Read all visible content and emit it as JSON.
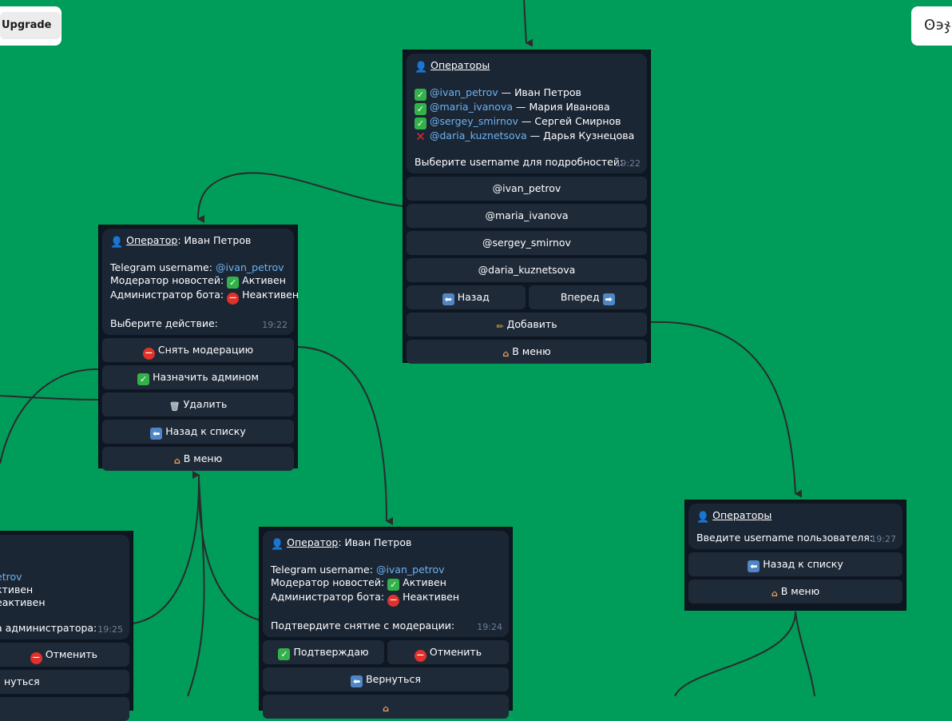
{
  "toolbar": {
    "upgrade_label": "Upgrade",
    "right_logo_text": "ʘ϶ჯ"
  },
  "colors": {
    "canvas": "#009c5a",
    "card": "#0e1621",
    "message": "#1b2635",
    "button": "#1f2a39",
    "mention": "#6cb2ee",
    "link_line": "#2b2b2b"
  },
  "cards": {
    "operators_list": {
      "title": "Операторы",
      "users": [
        {
          "status": "check",
          "username": "@ivan_petrov",
          "name": "— Иван Петров"
        },
        {
          "status": "check",
          "username": "@maria_ivanova",
          "name": "— Мария Иванова"
        },
        {
          "status": "check",
          "username": "@sergey_smirnov",
          "name": "— Сергей Смирнов"
        },
        {
          "status": "cross",
          "username": "@daria_kuznetsova",
          "name": "— Дарья Кузнецова"
        }
      ],
      "prompt": "Выберите username для подробностей:",
      "time": "19:22",
      "buttons": {
        "ivan": "@ivan_petrov",
        "maria": "@maria_ivanova",
        "sergey": "@sergey_smirnov",
        "daria": "@daria_kuznetsova",
        "back": "Назад",
        "forward": "Вперед",
        "add": "Добавить",
        "menu": "В меню"
      }
    },
    "operator_detail": {
      "title": "Оператор",
      "name": ": Иван Петров",
      "tg_label": "Telegram username: ",
      "tg_value": "@ivan_petrov",
      "mod_label": "Модератор новостей: ",
      "mod_value": "Активен",
      "admin_label": "Администратор бота: ",
      "admin_value": "Неактивен",
      "prompt": "Выберите действие:",
      "time": "19:22",
      "buttons": {
        "remove_mod": "Снять модерацию",
        "make_admin": "Назначить админом",
        "delete": "Удалить",
        "back_list": "Назад к списку",
        "menu": "В меню"
      }
    },
    "confirm_unmod": {
      "title": "Оператор",
      "name": ": Иван Петров",
      "tg_label": "Telegram username: ",
      "tg_value": "@ivan_petrov",
      "mod_label": "Модератор новостей: ",
      "mod_value": "Активен",
      "admin_label": "Администратор бота: ",
      "admin_value": "Неактивен",
      "prompt": "Подтвердите снятие с модерации:",
      "time": "19:24",
      "buttons": {
        "confirm": "Подтверждаю",
        "cancel": "Отменить",
        "return": "Вернуться"
      }
    },
    "enter_username": {
      "title": "Операторы",
      "prompt": "Введите username пользователя:",
      "time": "19:27",
      "buttons": {
        "back_list": "Назад к списку",
        "menu": "В меню"
      }
    },
    "partial_left": {
      "line1": "etrov",
      "line2": "ктивен",
      "line3": "еактивен",
      "prompt": "а администратора:",
      "time": "19:25",
      "buttons": {
        "cancel": "Отменить",
        "return": "нуться"
      }
    }
  }
}
